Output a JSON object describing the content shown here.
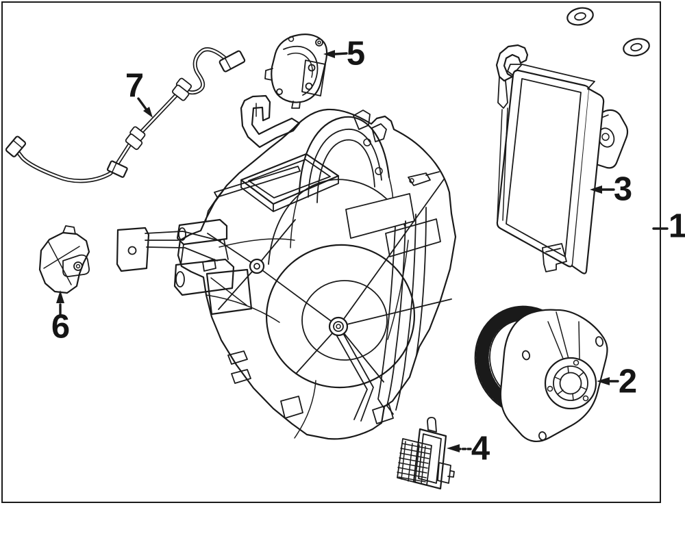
{
  "figure": {
    "type": "exploded-parts-line-diagram",
    "subject": "HVAC heater / evaporator unit components",
    "background_color": "#ffffff",
    "line_color": "#1a1a1a",
    "border_color": "#1a1a1a"
  },
  "callouts": [
    {
      "label": "1",
      "points_to": "evaporator-heater-assembly",
      "pointer": "tick-on-border"
    },
    {
      "label": "2",
      "points_to": "blower-motor",
      "pointer": "solid-arrow-left"
    },
    {
      "label": "3",
      "points_to": "evaporator-core",
      "pointer": "solid-arrow-left"
    },
    {
      "label": "4",
      "points_to": "blower-resistor",
      "pointer": "dashed-arrow-left"
    },
    {
      "label": "5",
      "points_to": "mode-actuator",
      "pointer": "solid-arrow-left"
    },
    {
      "label": "6",
      "points_to": "door-actuator",
      "pointer": "solid-arrow-up"
    },
    {
      "label": "7",
      "points_to": "wiring-harness",
      "pointer": "solid-arrow-diagonal"
    }
  ]
}
